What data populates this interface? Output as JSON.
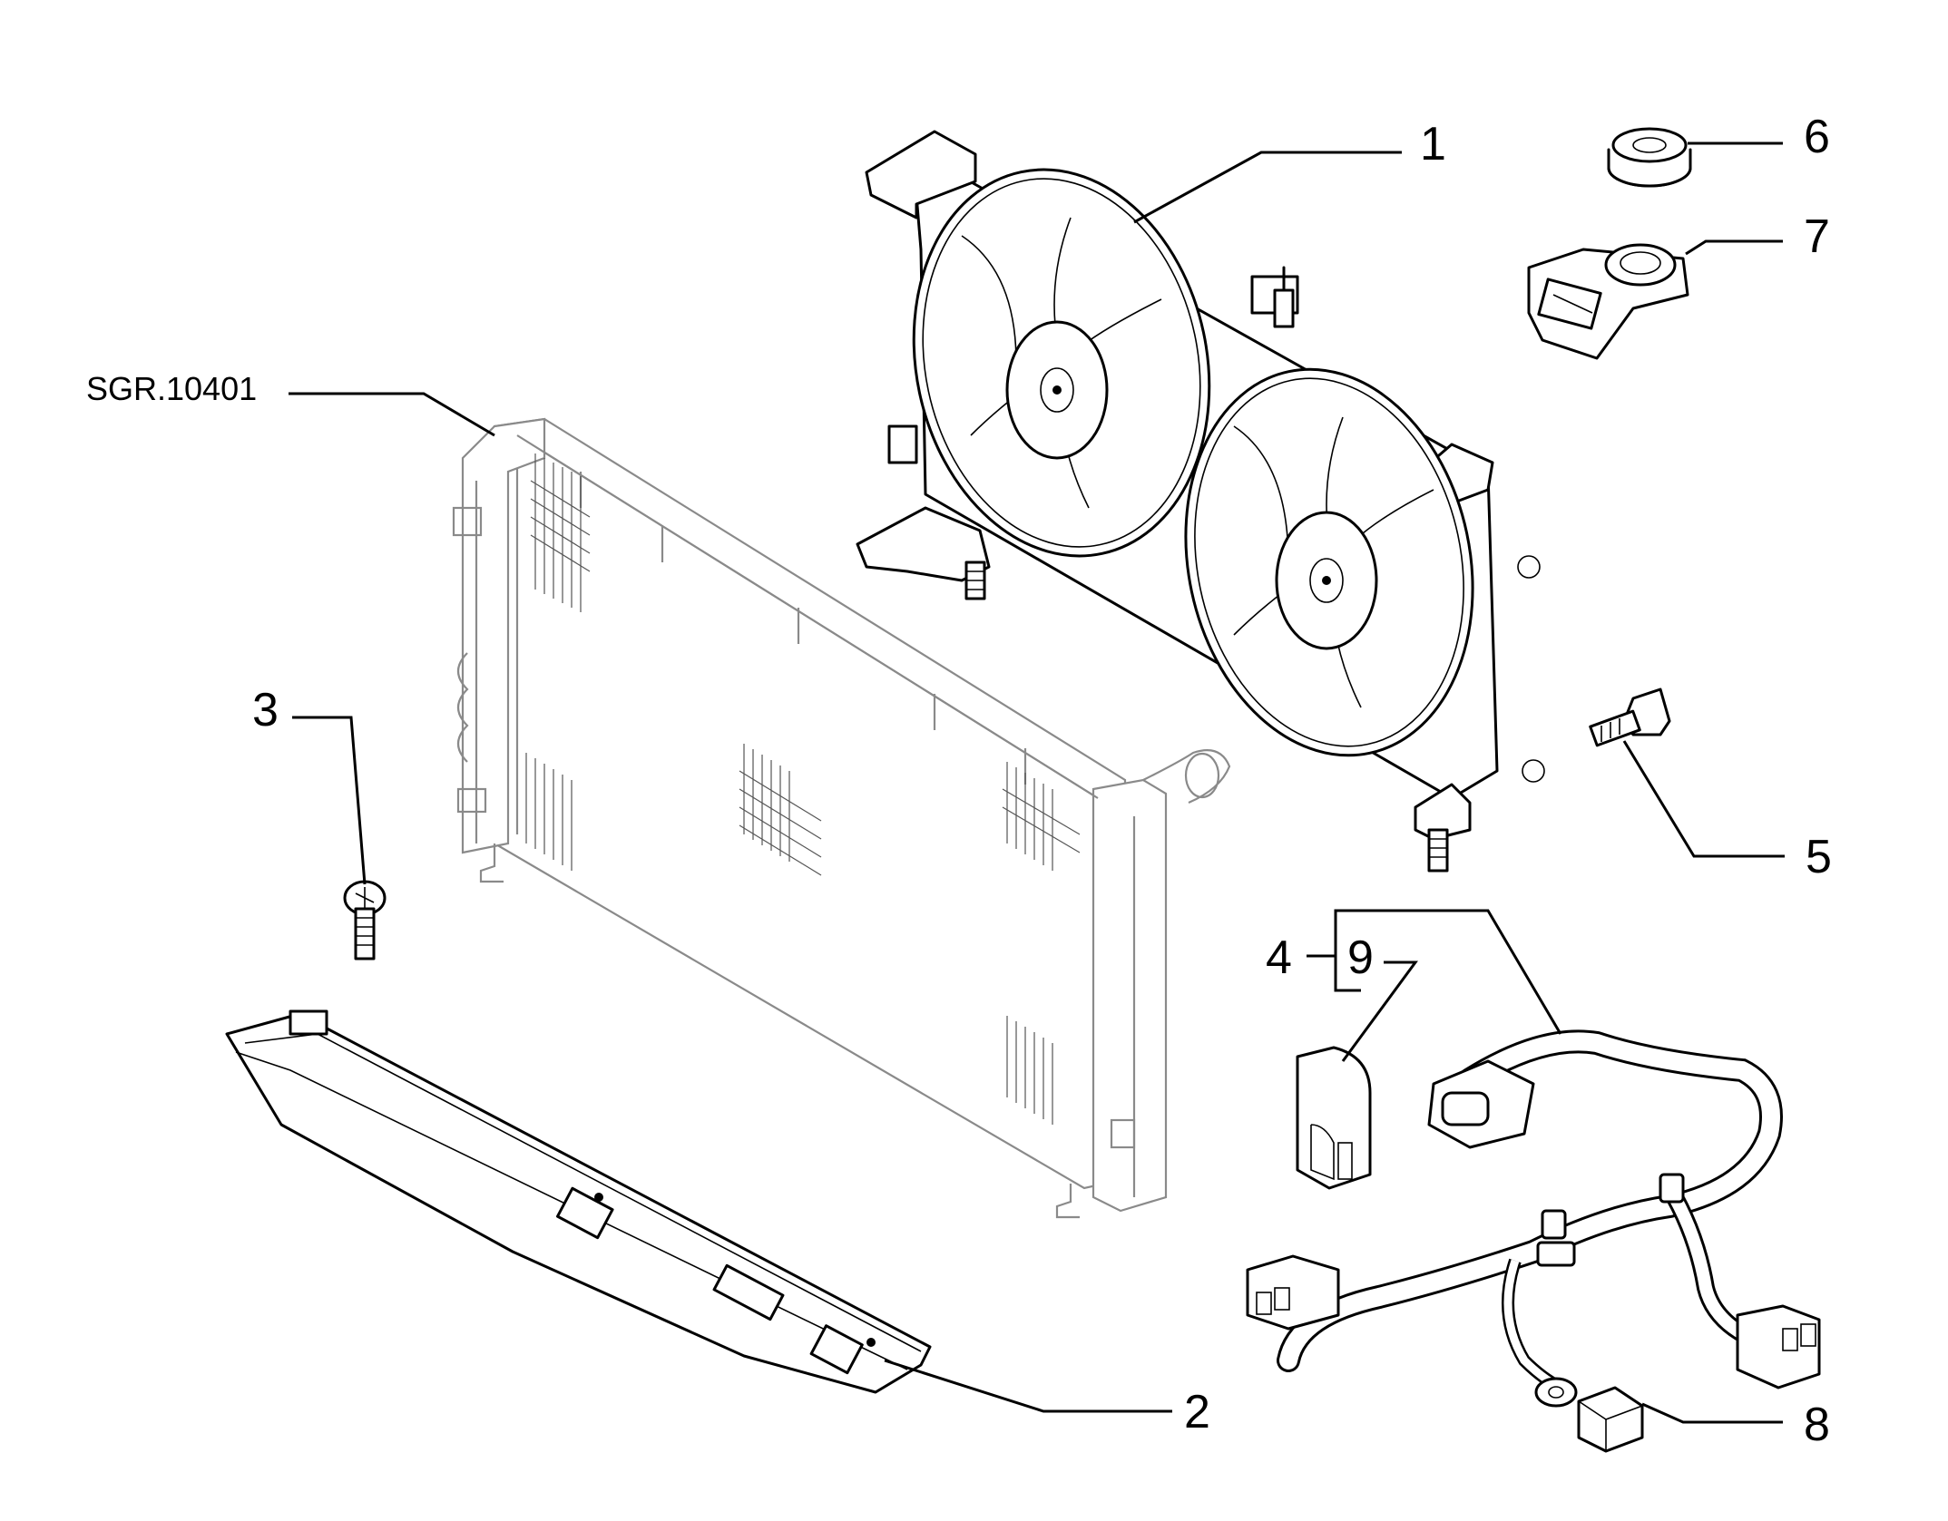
{
  "diagram": {
    "reference_code": "SGR.10401",
    "callouts": {
      "c1": "1",
      "c2": "2",
      "c3": "3",
      "c4": "4",
      "c5": "5",
      "c6": "6",
      "c7": "7",
      "c8": "8",
      "c9": "9"
    },
    "colors": {
      "line": "#000000",
      "ghost_line": "#8a8a8a",
      "background": "#ffffff"
    }
  }
}
